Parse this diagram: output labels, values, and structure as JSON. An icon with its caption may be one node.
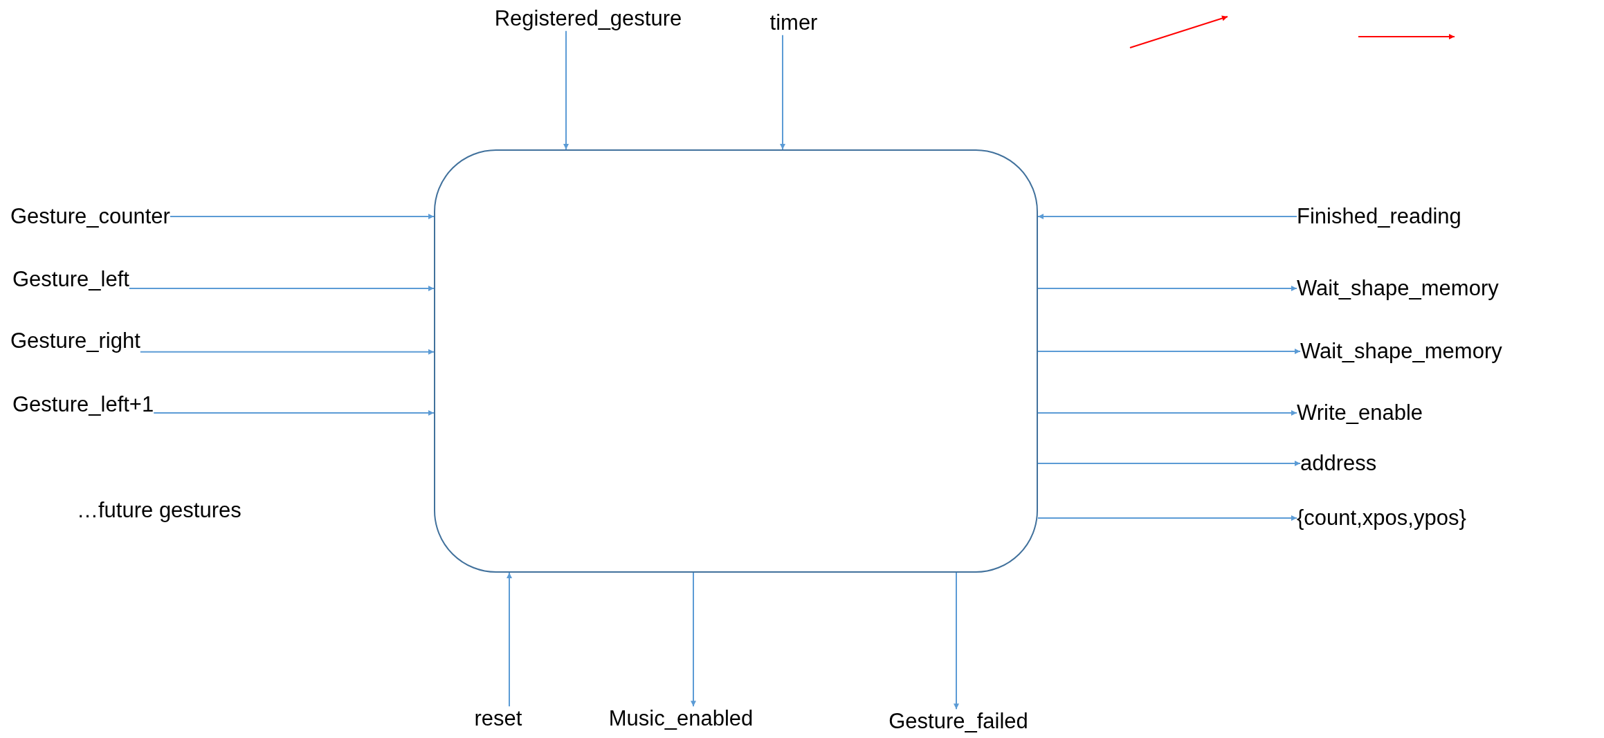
{
  "diagram": {
    "nodes": [
      {
        "text": [],
        "shape": "box"
      },
      {
        "text": [
          "Registered_gesture"
        ]
      },
      {
        "text": [
          "timer"
        ]
      },
      {
        "text": [
          "Gesture_counter"
        ]
      },
      {
        "text": [
          "Gesture_left"
        ]
      },
      {
        "text": [
          "Gesture_right"
        ]
      },
      {
        "text": [
          "Gesture_left+1"
        ]
      },
      {
        "text": [
          "Finished_reading"
        ]
      },
      {
        "text": [
          "Wait_shape_memory"
        ]
      },
      {
        "text": [
          "Wait_shape_memory"
        ]
      },
      {
        "text": [
          "Write_enable"
        ]
      },
      {
        "text": [
          "address"
        ]
      },
      {
        "text": [
          "{count,xpos,ypos}"
        ]
      },
      {
        "text": [
          "reset"
        ]
      },
      {
        "text": [
          "Music_enabled"
        ]
      },
      {
        "text": [
          "Gesture_failed"
        ]
      }
    ],
    "edges": [
      {
        "from": 1,
        "to": 0,
        "arrow": "to"
      },
      {
        "from": 2,
        "to": 0,
        "arrow": "to"
      },
      {
        "from": 3,
        "to": 0,
        "arrow": "to"
      },
      {
        "from": 4,
        "to": 0,
        "arrow": "to"
      },
      {
        "from": 5,
        "to": 0,
        "arrow": "to"
      },
      {
        "from": 6,
        "to": 0,
        "arrow": "to"
      },
      {
        "from": 7,
        "to": 0,
        "arrow": "to"
      },
      {
        "from": 0,
        "to": 8,
        "arrow": "to"
      },
      {
        "from": 0,
        "to": 9,
        "arrow": "to"
      },
      {
        "from": 0,
        "to": 10,
        "arrow": "to"
      },
      {
        "from": 0,
        "to": 11,
        "arrow": "to"
      },
      {
        "from": 0,
        "to": 12,
        "arrow": "to"
      },
      {
        "from": 13,
        "to": 0,
        "arrow": "to"
      },
      {
        "from": 0,
        "to": 14,
        "arrow": "to"
      },
      {
        "from": 0,
        "to": 15,
        "arrow": "to"
      }
    ],
    "labels": [
      "…future gestures"
    ]
  }
}
